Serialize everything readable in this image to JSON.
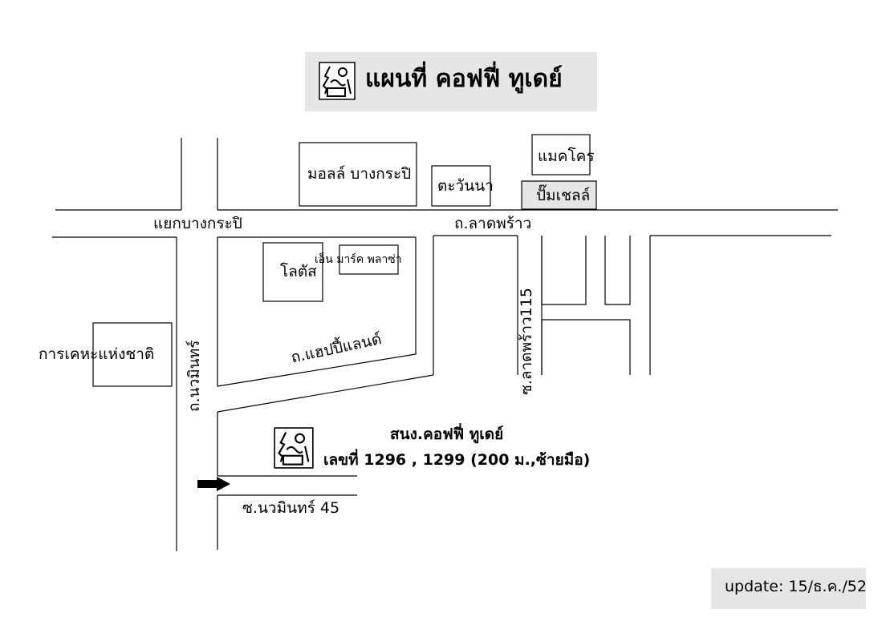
{
  "title": "แผนที่ คอฟฟี่ ทูเดย์",
  "landmarks": {
    "mall": "มอลล์ บางกระปิ",
    "tawanna": "ตะวันนา",
    "makro": "แมคโคร",
    "shell": "ปั๊มเชลล์",
    "lotus": "โลตัส",
    "plaza": "เอ็น มาร์ค พลาซ่า",
    "stadium": "การเคหะแห่งชาติ"
  },
  "roads": {
    "junction": "แยกบางกระปิ",
    "ladprao": "ถ.ลาดพร้าว",
    "happyland": "ถ.แฮปปี้แลนด์",
    "nawamin": "ถ.นวมินทร์",
    "ladprao115": "ซ.ลาดพร้าว115",
    "nawamin45": "ซ.นวมินทร์ 45"
  },
  "destination": {
    "name": "สนง.คอฟฟี่ ทูเดย์",
    "address": "เลขที่ 1296 , 1299 (200 ม.,ซ้ายมือ)"
  },
  "update": "update:  15/ธ.ค./52",
  "icons": {
    "logo": "coffee-today-logo-icon",
    "arrow": "direction-arrow-icon"
  }
}
